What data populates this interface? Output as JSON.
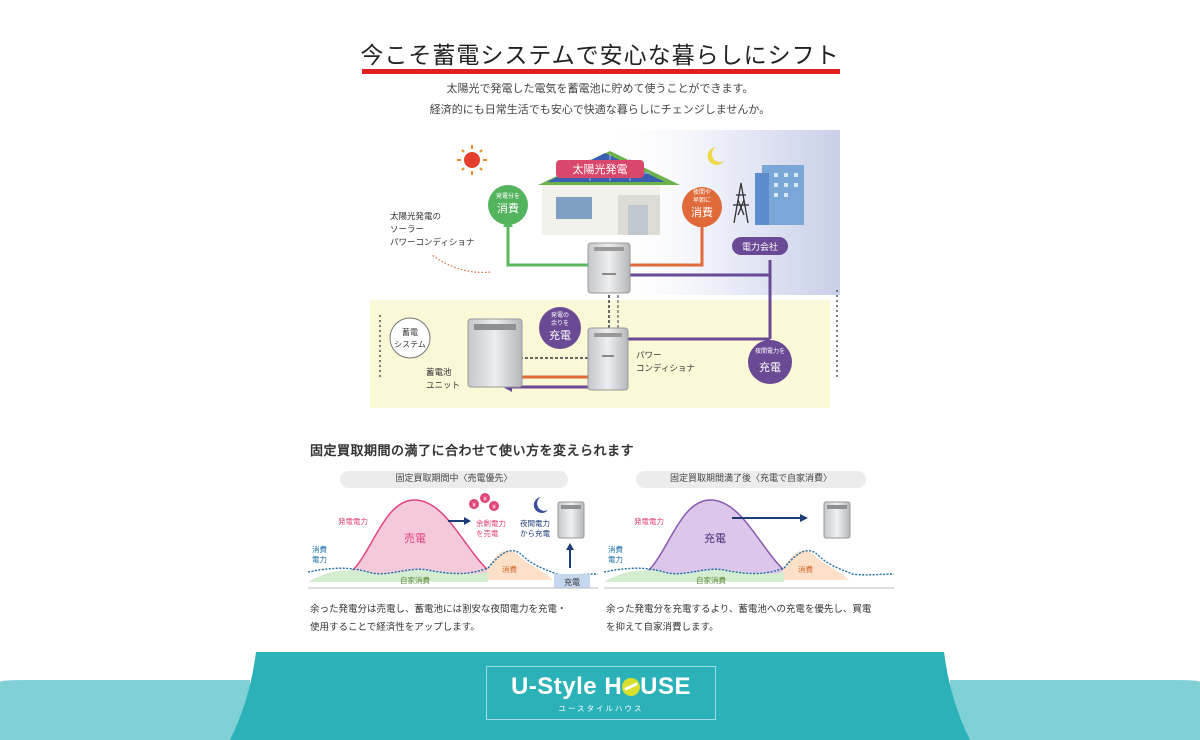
{
  "header": {
    "title": "今こそ蓄電システムで安心な暮らしにシフト",
    "intro_line1": "太陽光で発電した電気を蓄電池に貯めて使うことができます。",
    "intro_line2": "経済的にも日常生活でも安心で快適な暮らしにチェンジしませんか。"
  },
  "diagram": {
    "solar_label": "太陽光発電",
    "consume_left_small": "発電分を",
    "consume_left": "消費",
    "consume_right_small1": "夜間や",
    "consume_right_small2": "早朝に",
    "consume_right": "消費",
    "conditioner_top_1": "太陽光発電の",
    "conditioner_top_2": "ソーラー",
    "conditioner_top_3": "パワーコンディショナ",
    "power_company": "電力会社",
    "storage_system_1": "蓄電",
    "storage_system_2": "システム",
    "battery_unit_1": "蓄電池",
    "battery_unit_2": "ユニット",
    "charge_surplus_small1": "発電の",
    "charge_surplus_small2": "余りを",
    "charge_surplus": "充電",
    "conditioner_bottom_1": "パワー",
    "conditioner_bottom_2": "コンディショナ",
    "charge_night_small": "夜間電力を",
    "charge_night": "充電"
  },
  "comparison": {
    "heading": "固定買取期間の満了に合わせて使い方を変えられます",
    "before": {
      "pill": "固定買取期間中〈売電優先〉",
      "gen_label": "発電電力",
      "consume_label_1": "消費",
      "consume_label_2": "電力",
      "sell_label": "売電",
      "surplus_label_1": "余剰電力",
      "surplus_label_2": "を売電",
      "night_label_1": "夜間電力",
      "night_label_2": "から充電",
      "self_label": "自家消費",
      "consume_small": "消費",
      "charge_box": "充電",
      "caption_1": "余った発電分は売電し、蓄電池には割安な夜間電力を充電・",
      "caption_2": "使用することで経済性をアップします。"
    },
    "after": {
      "pill": "固定買取期間満了後〈充電で自家消費〉",
      "gen_label": "発電電力",
      "consume_label_1": "消費",
      "consume_label_2": "電力",
      "charge_label": "充電",
      "self_label": "自家消費",
      "consume_small": "消費",
      "caption_1": "余った発電分を充電するより、蓄電池への充電を優先し、買電",
      "caption_2": "を抑えて自家消費します。"
    }
  },
  "footer": {
    "logo_part1": "U-Style H",
    "logo_part2": "USE",
    "logo_sub": "ユースタイルハウス"
  },
  "colors": {
    "title_rule": "#e02020",
    "teal": "#2ab2b8",
    "light_teal": "#7fd1d6",
    "purple": "#6a4a95",
    "green": "#5cb85c",
    "orange": "#e06a3a",
    "pink": "#e0457b"
  }
}
